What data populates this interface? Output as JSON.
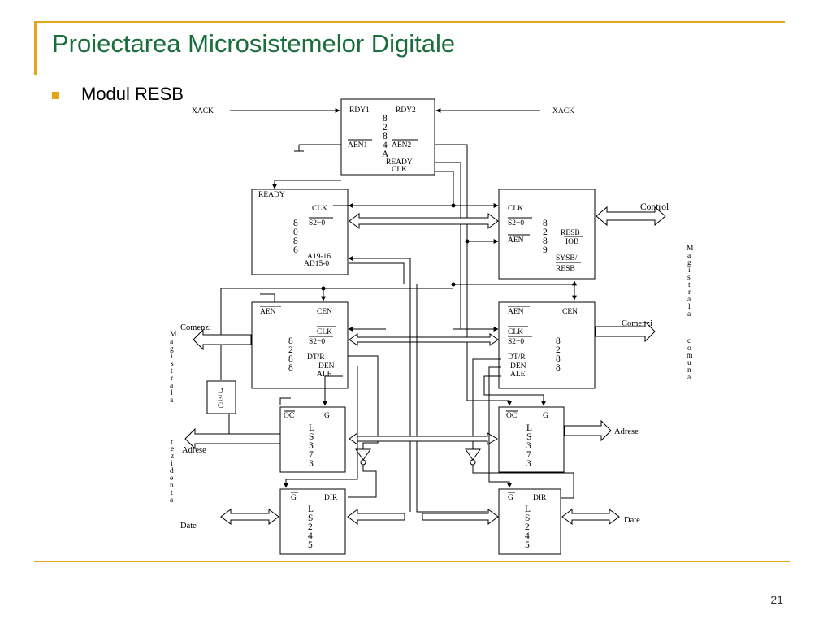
{
  "slide": {
    "title": "Proiectarea Microsistemelor Digitale",
    "bullet": "Modul RESB",
    "page_number": "21"
  },
  "colors": {
    "title": "#1a6e3c",
    "accent": "#e3a51a"
  },
  "diagram": {
    "external_signals": {
      "xack_left": "XACK",
      "xack_right": "XACK",
      "control": "Control",
      "comenzi_left": "Comenzi",
      "comenzi_right": "Comenzi",
      "adrese_left": "Adrese",
      "adrese_right": "Adrese",
      "date_left": "Date",
      "date_right": "Date"
    },
    "bus_labels": {
      "magistrala_comuna_word1": [
        "M",
        "a",
        "g",
        "i",
        "s",
        "t",
        "r",
        "a",
        "l",
        "a"
      ],
      "magistrala_comuna_word2": [
        "c",
        "o",
        "m",
        "u",
        "n",
        "a"
      ],
      "magistrala_rezidenta_word1": [
        "M",
        "a",
        "g",
        "i",
        "s",
        "t",
        "r",
        "a",
        "l",
        "a"
      ],
      "magistrala_rezidenta_word2": [
        "r",
        "e",
        "z",
        "i",
        "d",
        "e",
        "n",
        "t",
        "a"
      ]
    },
    "chip_8284": {
      "rdy1": "RDY1",
      "rdy2": "RDY2",
      "part": [
        "8",
        "2",
        "8",
        "4",
        "A"
      ],
      "aen1": "AEN1",
      "aen2": "AEN2",
      "ready": "READY",
      "clk": "CLK"
    },
    "chip_8086": {
      "ready": "READY",
      "clk": "CLK",
      "s20": "S2−0",
      "part": [
        "8",
        "0",
        "8",
        "6"
      ],
      "a19_16": "A19-16",
      "ad15_0": "AD15-0"
    },
    "chip_8289": {
      "clk": "CLK",
      "s20": "S2−0",
      "aen": "AEN",
      "part": [
        "8",
        "2",
        "8",
        "9"
      ],
      "resb": "RESB",
      "iob": "IOB",
      "sysb": "SYSB/",
      "resb2": "RESB"
    },
    "chip_8288_left": {
      "aen": "AEN",
      "cen": "CEN",
      "clk": "CLK",
      "s20": "S2−0",
      "part": [
        "8",
        "2",
        "8",
        "8"
      ],
      "dtr": "DT/R",
      "den": "DEN",
      "ale": "ALE"
    },
    "chip_8288_right": {
      "aen": "AEN",
      "cen": "CEN",
      "clk": "CLK",
      "s20": "S2−0",
      "part": [
        "8",
        "2",
        "8",
        "8"
      ],
      "dtr": "DT/R",
      "den": "DEN",
      "ale": "ALE"
    },
    "dec": [
      "D",
      "E",
      "C"
    ],
    "ls373_left": {
      "oc": "OC",
      "g": "G",
      "part": [
        "L",
        "S",
        "3",
        "7",
        "3"
      ]
    },
    "ls373_right": {
      "oc": "OC",
      "g": "G",
      "part": [
        "L",
        "S",
        "3",
        "7",
        "3"
      ]
    },
    "ls245_left": {
      "g": "G",
      "dir": "DIR",
      "part": [
        "L",
        "S",
        "2",
        "4",
        "5"
      ]
    },
    "ls245_right": {
      "g": "G",
      "dir": "DIR",
      "part": [
        "L",
        "S",
        "2",
        "4",
        "5"
      ]
    }
  }
}
